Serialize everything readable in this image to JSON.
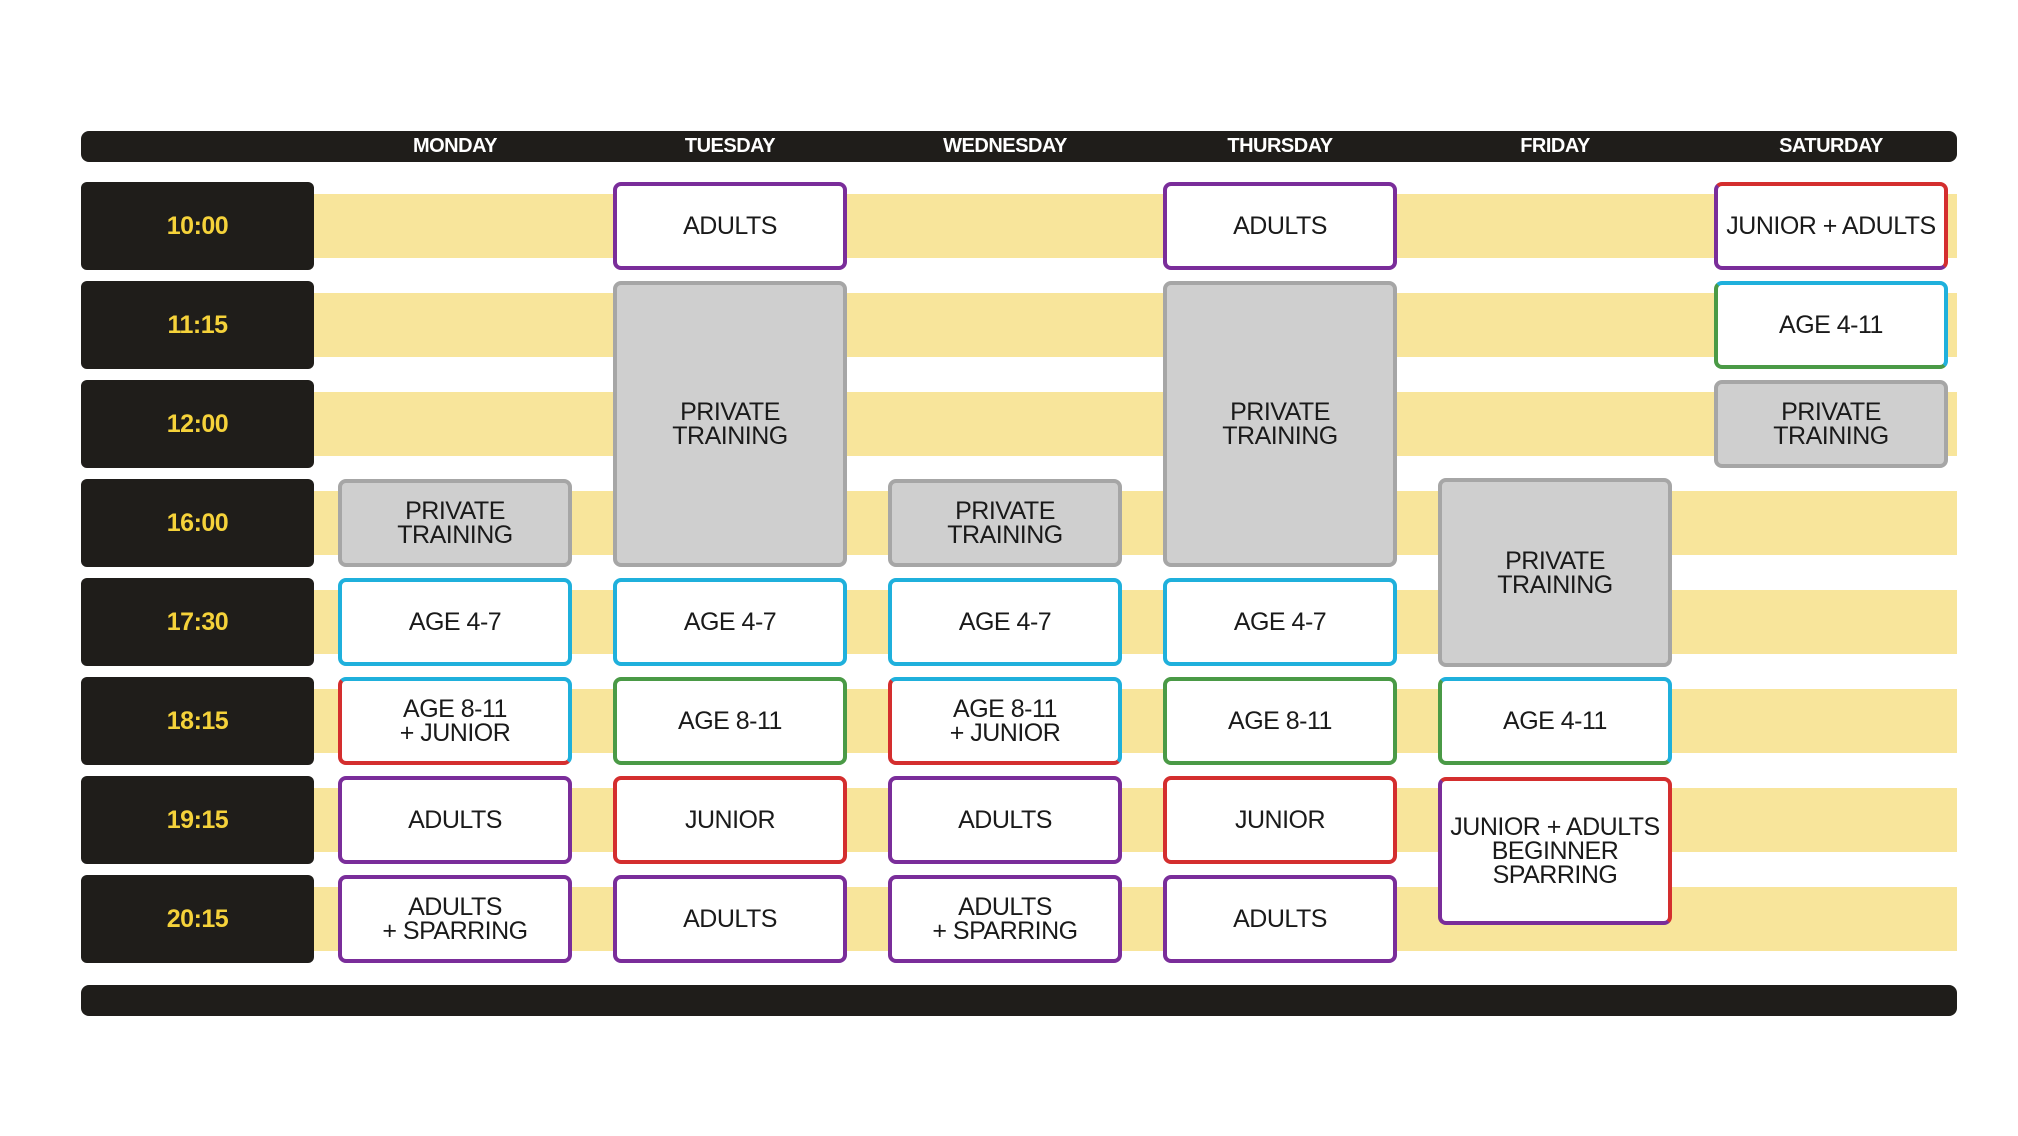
{
  "days": [
    "MONDAY",
    "TUESDAY",
    "WEDNESDAY",
    "THURSDAY",
    "FRIDAY",
    "SATURDAY"
  ],
  "times": [
    "10:00",
    "11:15",
    "12:00",
    "16:00",
    "17:30",
    "18:15",
    "19:15",
    "20:15"
  ],
  "colors": {
    "bar": "#1f1d1a",
    "time_text": "#f5d23a",
    "stripe": "#f8e59b",
    "private_fill": "#cfcfcf",
    "private_border": "#a6a6a6",
    "purple": "#7a2d9a",
    "blue": "#1fb0dc",
    "green": "#4a9a46",
    "red": "#d42e2e"
  },
  "classes": {
    "mon_16": "PRIVATE\nTRAINING",
    "mon_1730": "AGE 4-7",
    "mon_1815": "AGE 8-11\n+ JUNIOR",
    "mon_1915": "ADULTS",
    "mon_2015": "ADULTS\n+ SPARRING",
    "tue_10": "ADULTS",
    "tue_1115": "PRIVATE\nTRAINING",
    "tue_1730": "AGE 4-7",
    "tue_1815": "AGE 8-11",
    "tue_1915": "JUNIOR",
    "tue_2015": "ADULTS",
    "wed_16": "PRIVATE\nTRAINING",
    "wed_1730": "AGE 4-7",
    "wed_1815": "AGE 8-11\n+ JUNIOR",
    "wed_1915": "ADULTS",
    "wed_2015": "ADULTS\n+ SPARRING",
    "thu_10": "ADULTS",
    "thu_1115": "PRIVATE\nTRAINING",
    "thu_1730": "AGE 4-7",
    "thu_1815": "AGE 8-11",
    "thu_1915": "JUNIOR",
    "thu_2015": "ADULTS",
    "fri_16": "PRIVATE\nTRAINING",
    "fri_1815": "AGE 4-11",
    "fri_1915": "JUNIOR + ADULTS\nBEGINNER SPARRING",
    "sat_10": "JUNIOR + ADULTS",
    "sat_1115": "AGE 4-11",
    "sat_12": "PRIVATE\nTRAINING"
  }
}
